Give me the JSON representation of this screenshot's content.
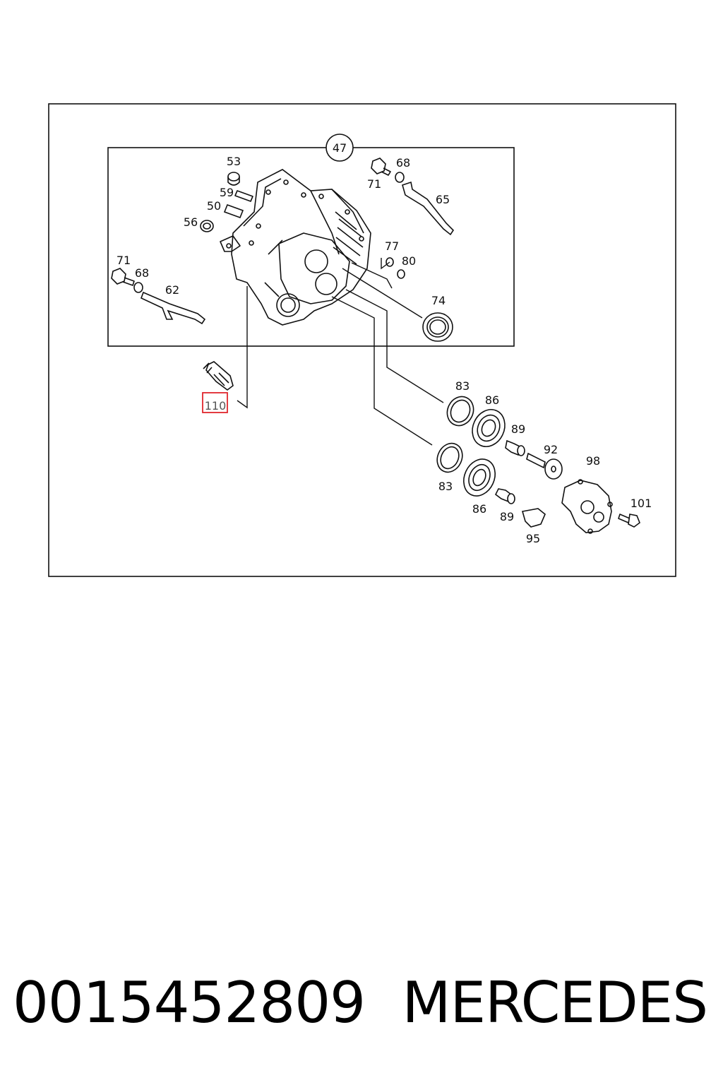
{
  "diagram": {
    "group_label": "47",
    "highlight_label": "110",
    "labels": {
      "p53": "53",
      "p59": "59",
      "p50": "50",
      "p56": "56",
      "p71a": "71",
      "p68a": "68",
      "p62": "62",
      "p71b": "71",
      "p68b": "68",
      "p65": "65",
      "p77": "77",
      "p80": "80",
      "p74": "74",
      "p83a": "83",
      "p86a": "86",
      "p89a": "89",
      "p92": "92",
      "p98": "98",
      "p83b": "83",
      "p86b": "86",
      "p89b": "89",
      "p95": "95",
      "p101": "101"
    },
    "highlight_color": "#e0262e"
  },
  "footer": {
    "part_number": "0015452809",
    "brand": "MERCEDES"
  }
}
